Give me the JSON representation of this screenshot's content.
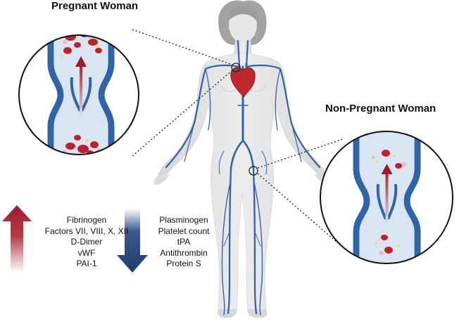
{
  "titles": {
    "pregnant": "Pregnant Woman",
    "non_pregnant": "Non-Pregnant Woman"
  },
  "increased_factors": [
    "Fibrinogen",
    "Factors VII, VIII, X, XII",
    "D-Dimer",
    "vWF",
    "PAI-1"
  ],
  "decreased_factors": [
    "Plasminogen",
    "Platelet count",
    "tPA",
    "Antithrombin",
    "Protein S"
  ],
  "icons": {
    "increase": "up-arrow-icon",
    "decrease": "down-arrow-icon"
  },
  "colors": {
    "vein": "#2f64a8",
    "vein_dark": "#1f4a86",
    "vessel_lumen": "#d9e6f2",
    "blood_red": "#c0202a",
    "arrow_up": "#a11a2a",
    "arrow_down": "#1e3b6e",
    "skin": "#e3e3e3",
    "hair": "#9c9c9c"
  }
}
